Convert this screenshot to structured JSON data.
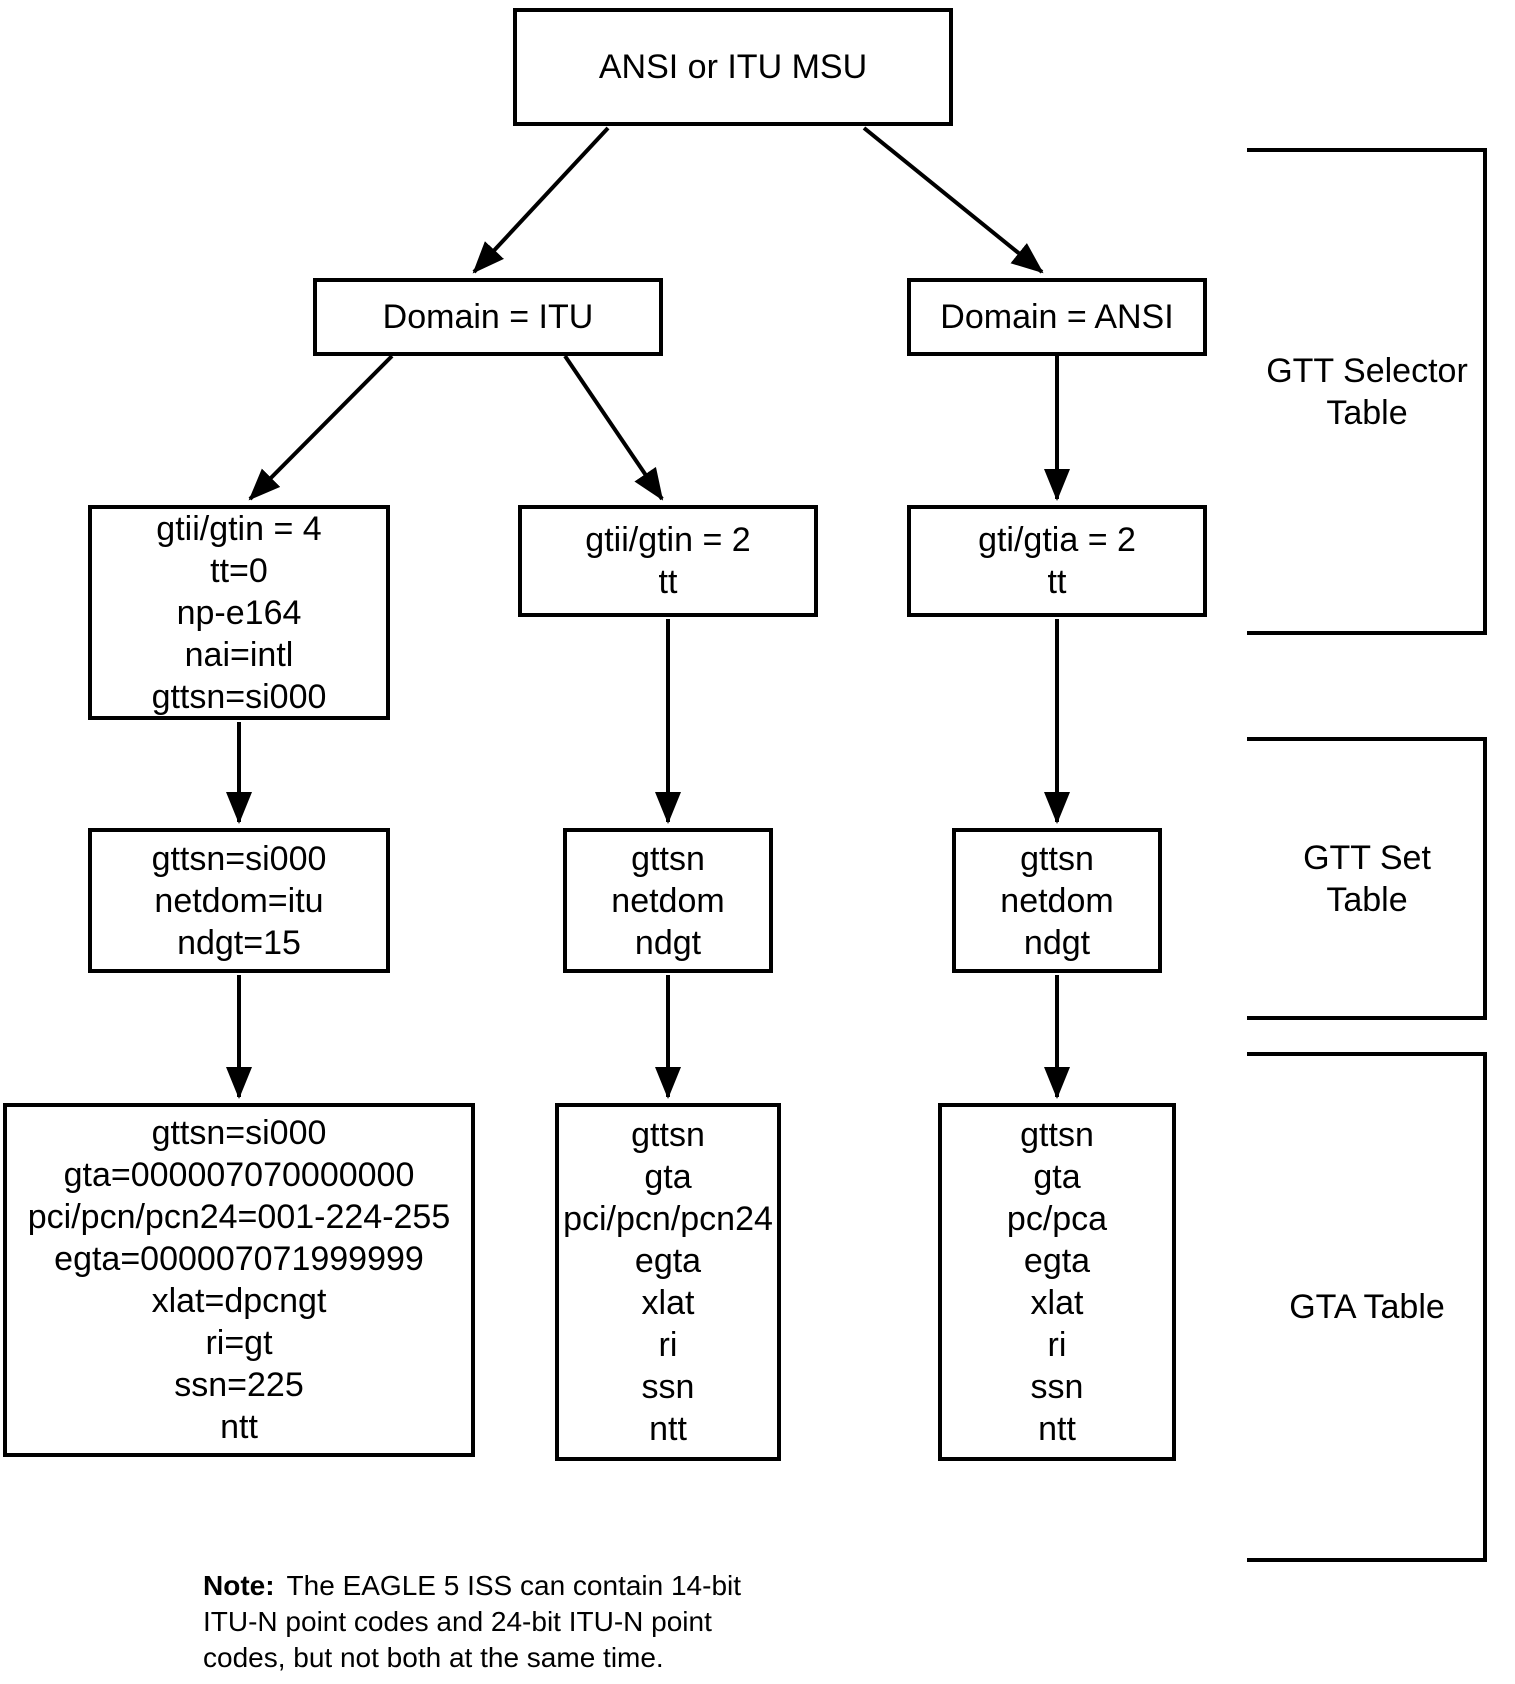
{
  "diagram": {
    "msu": "ANSI or ITU MSU",
    "domain_itu": "Domain = ITU",
    "domain_ansi": "Domain = ANSI",
    "selector_itu_gti4": [
      "gtii/gtin = 4",
      "tt=0",
      "np-e164",
      "nai=intl",
      "gttsn=si000"
    ],
    "selector_itu_gti2": [
      "gtii/gtin = 2",
      "tt"
    ],
    "selector_ansi_gti2": [
      "gti/gtia = 2",
      "tt"
    ],
    "set_itu": [
      "gttsn=si000",
      "netdom=itu",
      "ndgt=15"
    ],
    "set_itu2": [
      "gttsn",
      "netdom",
      "ndgt"
    ],
    "set_ansi": [
      "gttsn",
      "netdom",
      "ndgt"
    ],
    "gta_itu": [
      "gttsn=si000",
      "gta=000007070000000",
      "pci/pcn/pcn24=001-224-255",
      "egta=000007071999999",
      "xlat=dpcngt",
      "ri=gt",
      "ssn=225",
      "ntt"
    ],
    "gta_itu2": [
      "gttsn",
      "gta",
      "pci/pcn/pcn24",
      "egta",
      "xlat",
      "ri",
      "ssn",
      "ntt"
    ],
    "gta_ansi": [
      "gttsn",
      "gta",
      "pc/pca",
      "egta",
      "xlat",
      "ri",
      "ssn",
      "ntt"
    ]
  },
  "side_labels": {
    "selector": "GTT Selector Table",
    "set": "GTT Set Table",
    "gta": "GTA Table"
  },
  "note": {
    "prefix": "Note:",
    "line1": "The EAGLE 5 ISS can contain 14-bit",
    "line2": "ITU-N point codes and 24-bit ITU-N point",
    "line3": "codes, but not both at the same time."
  },
  "colors": {
    "line": "#000000",
    "background": "#ffffff",
    "text": "#000000"
  }
}
